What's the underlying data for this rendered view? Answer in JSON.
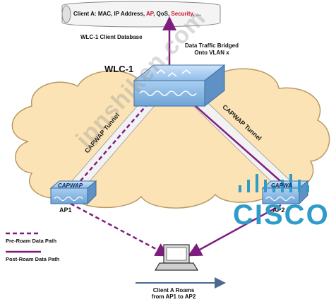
{
  "database": {
    "line_prefix": "Client A: MAC, IP Address, ",
    "line_ap": "AP",
    "line_mid": ", QoS, ",
    "line_security": "Security",
    "line_suffix": ", ...",
    "caption": "WLC-1 Client Database"
  },
  "traffic_label_1": "Data Traffic Bridged",
  "traffic_label_2": "Onto VLAN x",
  "wlc_name": "WLC-1",
  "tunnel_left": "CAPWAP Tunnel",
  "tunnel_right": "CAPWAP Tunnel",
  "ap1": {
    "name": "AP1",
    "text": "CAPWAP"
  },
  "ap2": {
    "name": "AP2",
    "text": "CAPWA"
  },
  "legend": {
    "pre": "Pre-Roam Data Path",
    "post": "Post-Roam Data Path"
  },
  "roam_label_1": "Client A Roams",
  "roam_label_2": "from AP1 to AP2",
  "watermark": "jpnshiken.com",
  "logo": {
    "word": "CISCO"
  },
  "colors": {
    "path": "#7f1d7f",
    "cloud": "#fbe3b6",
    "cloud_edge": "#b99a66",
    "device": "#9cc6ec",
    "logo": "#2e9bc9"
  }
}
